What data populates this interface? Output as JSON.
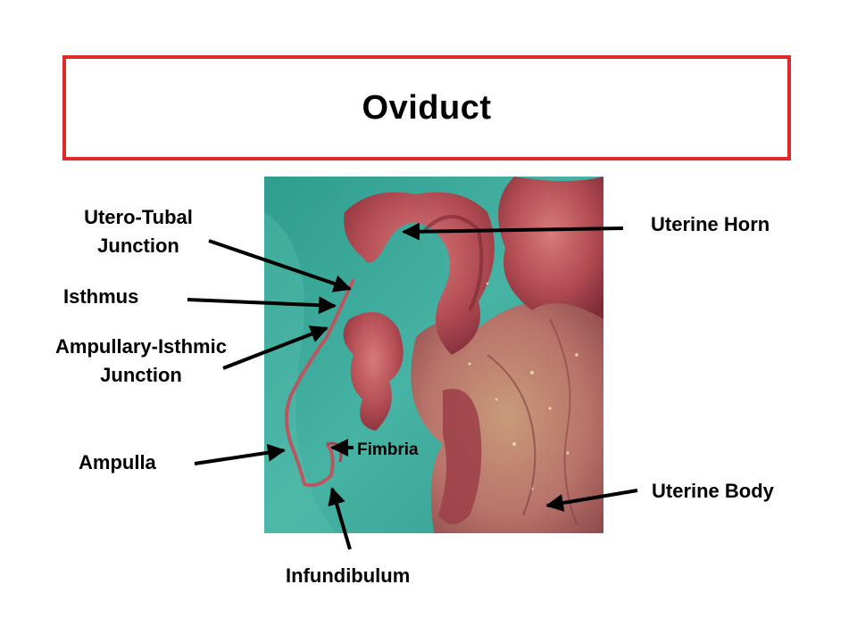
{
  "title": "Oviduct",
  "labels": {
    "utero_tubal_junction": [
      "Utero-Tubal",
      "Junction"
    ],
    "isthmus": "Isthmus",
    "ampullary_isthmic_junction": [
      "Ampullary-Isthmic",
      "Junction"
    ],
    "ampulla": "Ampulla",
    "fimbria": "Fimbria",
    "infundibulum": "Infundibulum",
    "uterine_horn": "Uterine Horn",
    "uterine_body": "Uterine Body"
  },
  "colors": {
    "title_border": "#e02a2a",
    "background_drape": "#3fae9e",
    "tissue": "#b9565a",
    "arrow": "#000000"
  }
}
